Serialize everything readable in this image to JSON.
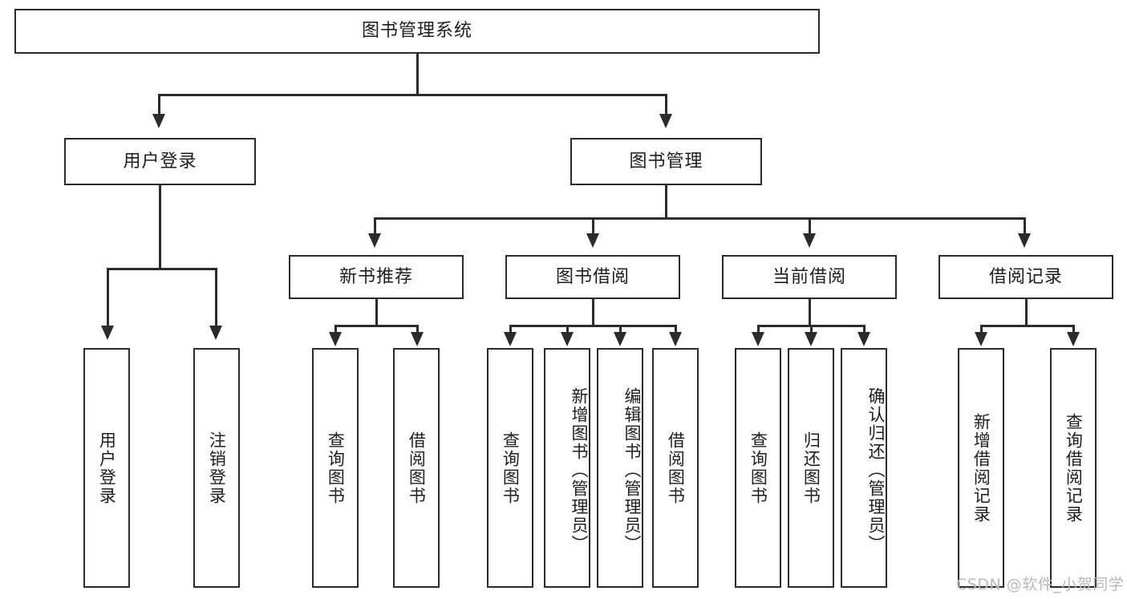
{
  "diagram": {
    "type": "hierarchy-tree",
    "title": "图书管理系统",
    "root": {
      "id": "root",
      "label": "图书管理系统"
    },
    "level2": [
      {
        "id": "user-login",
        "label": "用户登录"
      },
      {
        "id": "book-manage",
        "label": "图书管理"
      }
    ],
    "level3": [
      {
        "id": "new-book-recommend",
        "label": "新书推荐",
        "parent": "book-manage"
      },
      {
        "id": "book-borrow",
        "label": "图书借阅",
        "parent": "book-manage"
      },
      {
        "id": "current-borrow",
        "label": "当前借阅",
        "parent": "book-manage"
      },
      {
        "id": "borrow-record",
        "label": "借阅记录",
        "parent": "book-manage"
      }
    ],
    "leaves": [
      {
        "id": "leaf-user-login",
        "label": "用户登录",
        "parent": "user-login"
      },
      {
        "id": "leaf-user-logout",
        "label": "注销登录",
        "parent": "user-login"
      },
      {
        "id": "leaf-query-book-1",
        "label": "查询图书",
        "parent": "new-book-recommend"
      },
      {
        "id": "leaf-borrow-book-1",
        "label": "借阅图书",
        "parent": "new-book-recommend"
      },
      {
        "id": "leaf-query-book-2",
        "label": "查询图书",
        "parent": "book-borrow"
      },
      {
        "id": "leaf-add-book",
        "label": "新增图书（管理员）",
        "parent": "book-borrow"
      },
      {
        "id": "leaf-edit-book",
        "label": "编辑图书（管理员）",
        "parent": "book-borrow"
      },
      {
        "id": "leaf-borrow-book-2",
        "label": "借阅图书",
        "parent": "book-borrow"
      },
      {
        "id": "leaf-query-book-3",
        "label": "查询图书",
        "parent": "current-borrow"
      },
      {
        "id": "leaf-return-book",
        "label": "归还图书",
        "parent": "current-borrow"
      },
      {
        "id": "leaf-confirm-return",
        "label": "确认归还（管理员）",
        "parent": "current-borrow"
      },
      {
        "id": "leaf-add-record",
        "label": "新增借阅记录",
        "parent": "borrow-record"
      },
      {
        "id": "leaf-query-record",
        "label": "查询借阅记录",
        "parent": "borrow-record"
      }
    ],
    "colors": {
      "stroke": "#2b2b2b",
      "background": "#ffffff",
      "text": "#1d1d1d",
      "watermark": "#b9b9b9"
    }
  },
  "watermark": {
    "text": "CSDN @软件_小贺同学"
  }
}
